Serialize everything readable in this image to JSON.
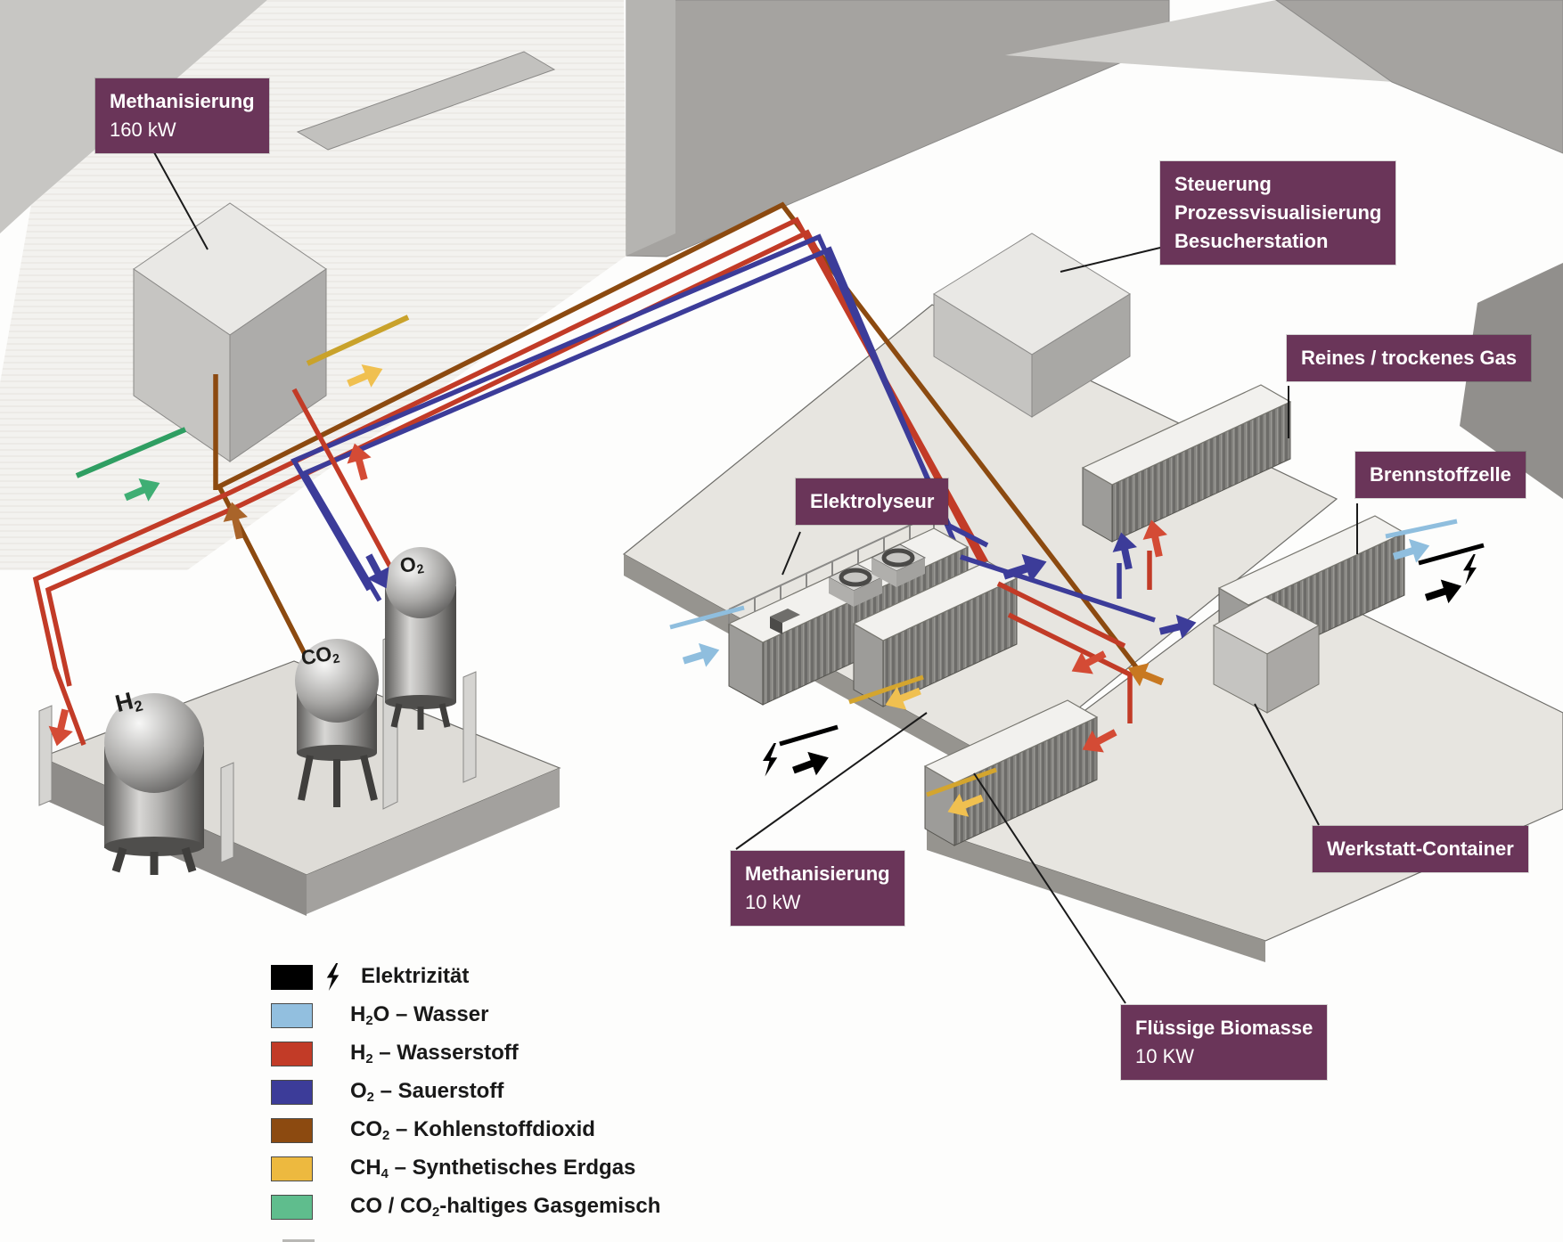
{
  "labels": {
    "methanisierung160": {
      "line1": "Methanisierung",
      "line2": "160 kW"
    },
    "steuerung": {
      "line1": "Steuerung",
      "line2": "Prozessvisualisierung",
      "line3": "Besucherstation"
    },
    "reines_gas": {
      "line1": "Reines / trockenes Gas"
    },
    "brennstoffzelle": {
      "line1": "Brennstoffzelle"
    },
    "elektrolyseur": {
      "line1": "Elektrolyseur"
    },
    "methanisierung10": {
      "line1": "Methanisierung",
      "line2": "10 kW"
    },
    "werkstatt": {
      "line1": "Werkstatt-Container"
    },
    "biomasse": {
      "line1": "Flüssige Biomasse",
      "line2": "10 KW"
    }
  },
  "tanks": {
    "h2": {
      "pre": "H",
      "sub": "2",
      "post": ""
    },
    "co2": {
      "pre": "CO",
      "sub": "2",
      "post": ""
    },
    "o2": {
      "pre": "O",
      "sub": "2",
      "post": ""
    }
  },
  "legend": {
    "items": [
      {
        "id": "electricity",
        "color": "#000000",
        "icon": "lightning-icon",
        "pre": "Elektrizität",
        "sub": "",
        "post": ""
      },
      {
        "id": "h2o",
        "color": "#92bfdf",
        "pre": "H",
        "sub": "2",
        "post": "O – Wasser"
      },
      {
        "id": "h2",
        "color": "#c23b27",
        "pre": "H",
        "sub": "2",
        "post": " – Wasserstoff"
      },
      {
        "id": "o2",
        "color": "#3c3c99",
        "pre": "O",
        "sub": "2",
        "post": " – Sauerstoff"
      },
      {
        "id": "co2",
        "color": "#8c4a10",
        "pre": "CO",
        "sub": "2",
        "post": " – Kohlenstoffdioxid"
      },
      {
        "id": "ch4",
        "color": "#edb93f",
        "pre": "CH",
        "sub": "4",
        "post": " – Synthetisches Erdgas"
      },
      {
        "id": "co_mix",
        "color": "#5fbd8d",
        "pre": "CO / CO",
        "sub": "2",
        "post": "-haltiges Gasgemisch"
      }
    ]
  },
  "colors": {
    "label_bg": "#6a3559",
    "label_text": "#ffffff",
    "pipe_h2": "#c23b27",
    "pipe_o2": "#3c3c99",
    "pipe_co2": "#8c4a10",
    "pipe_ch4": "#d4a52e",
    "pipe_h2o": "#8fbede",
    "pipe_comix": "#2f9e62",
    "pipe_electricity": "#000000"
  }
}
